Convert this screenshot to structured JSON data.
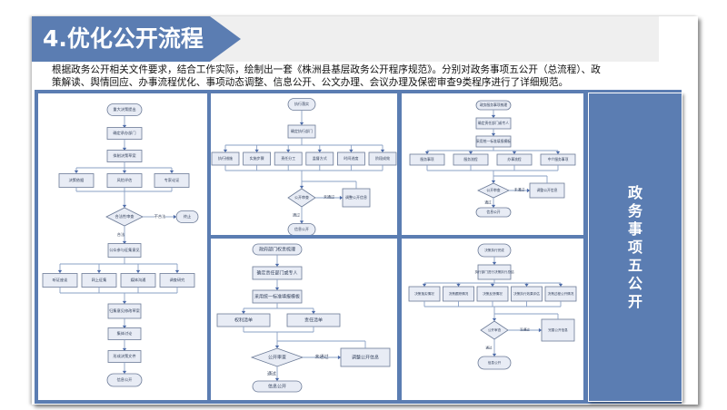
{
  "header": {
    "title": "4.优化公开流程"
  },
  "description": {
    "line1": "根据政务公开相关文件要求，结合工作实际，绘制出一套《株洲县基层政务公开程序规范》。分别对政务事项五公开（总流程）、政",
    "line2": "策解读、舆情回应、办事流程优化、事项动态调整、信息公开、公文办理、会议办理及保密审查9类程序进行了详细规范。"
  },
  "side_label": {
    "chars": [
      "政",
      "务",
      "事",
      "项",
      "五",
      "公",
      "开"
    ]
  },
  "colors": {
    "brand_blue": "#5b7db2",
    "node_fill": "#e8ecf5",
    "node_stroke": "#6b7a96"
  },
  "flowcharts": {
    "decision_flow": {
      "start": "重大决策提出",
      "step1": "确定承办部门",
      "step2": "拟制决策草案",
      "branch1": [
        "决策依据",
        "风险评估",
        "专家论证"
      ],
      "decision": "合法性审查",
      "no_label": "不合法",
      "end_no": "终止",
      "yes_label": "合法",
      "step3": "公众参与征集意见",
      "branch2": [
        "听证座谈",
        "网上征集",
        "媒体沟通",
        "调查研究"
      ],
      "step4": "归集意见修改草案",
      "step5": "集体讨论",
      "step6": "形成决策文件",
      "end": "信息公开"
    },
    "execution_flow": {
      "start": "执行落实",
      "step1": "确定执行部门",
      "branch": [
        "执行措施",
        "实施步骤",
        "责任分工",
        "监督方式",
        "时间进度",
        "阶段成效"
      ],
      "decision": "公开审查",
      "no_label": "未通过",
      "rework": "调整公开信息",
      "yes_label": "通过",
      "end": "信息公开"
    },
    "service_flow": {
      "start": "政务服务事项梳理",
      "step1": "确定责任部门或专人",
      "step2": "采用统一标准填报模板",
      "branch": [
        "服务事项",
        "服务流程",
        "办事流程",
        "中介服务事项"
      ],
      "decision": "公开审查",
      "no_label": "未通过",
      "rework": "调整公开信息",
      "yes_label": "通过",
      "end": "信息公开"
    },
    "power_flow": {
      "start": "政府部门权责梳理",
      "step1": "确定责任部门或专人",
      "step2": "采用统一标准填报模板",
      "branch": [
        "权利清单",
        "责任清单"
      ],
      "decision": "公开审查",
      "no_label": "未通过",
      "rework": "调整公开信息",
      "yes_label": "通过",
      "end": "信息公开"
    },
    "result_flow": {
      "start": "决策执行完成",
      "step1": "执行部门进行决策执行总结",
      "branch": [
        "决策落实情况",
        "决策跟踪情况",
        "决策反馈情况",
        "决策执行效果评估",
        "决策过程公开情况"
      ],
      "decision": "公开审查",
      "no_label": "没通过",
      "rework": "完善公开信息",
      "yes_label": "通过",
      "end": "信息公开"
    }
  }
}
